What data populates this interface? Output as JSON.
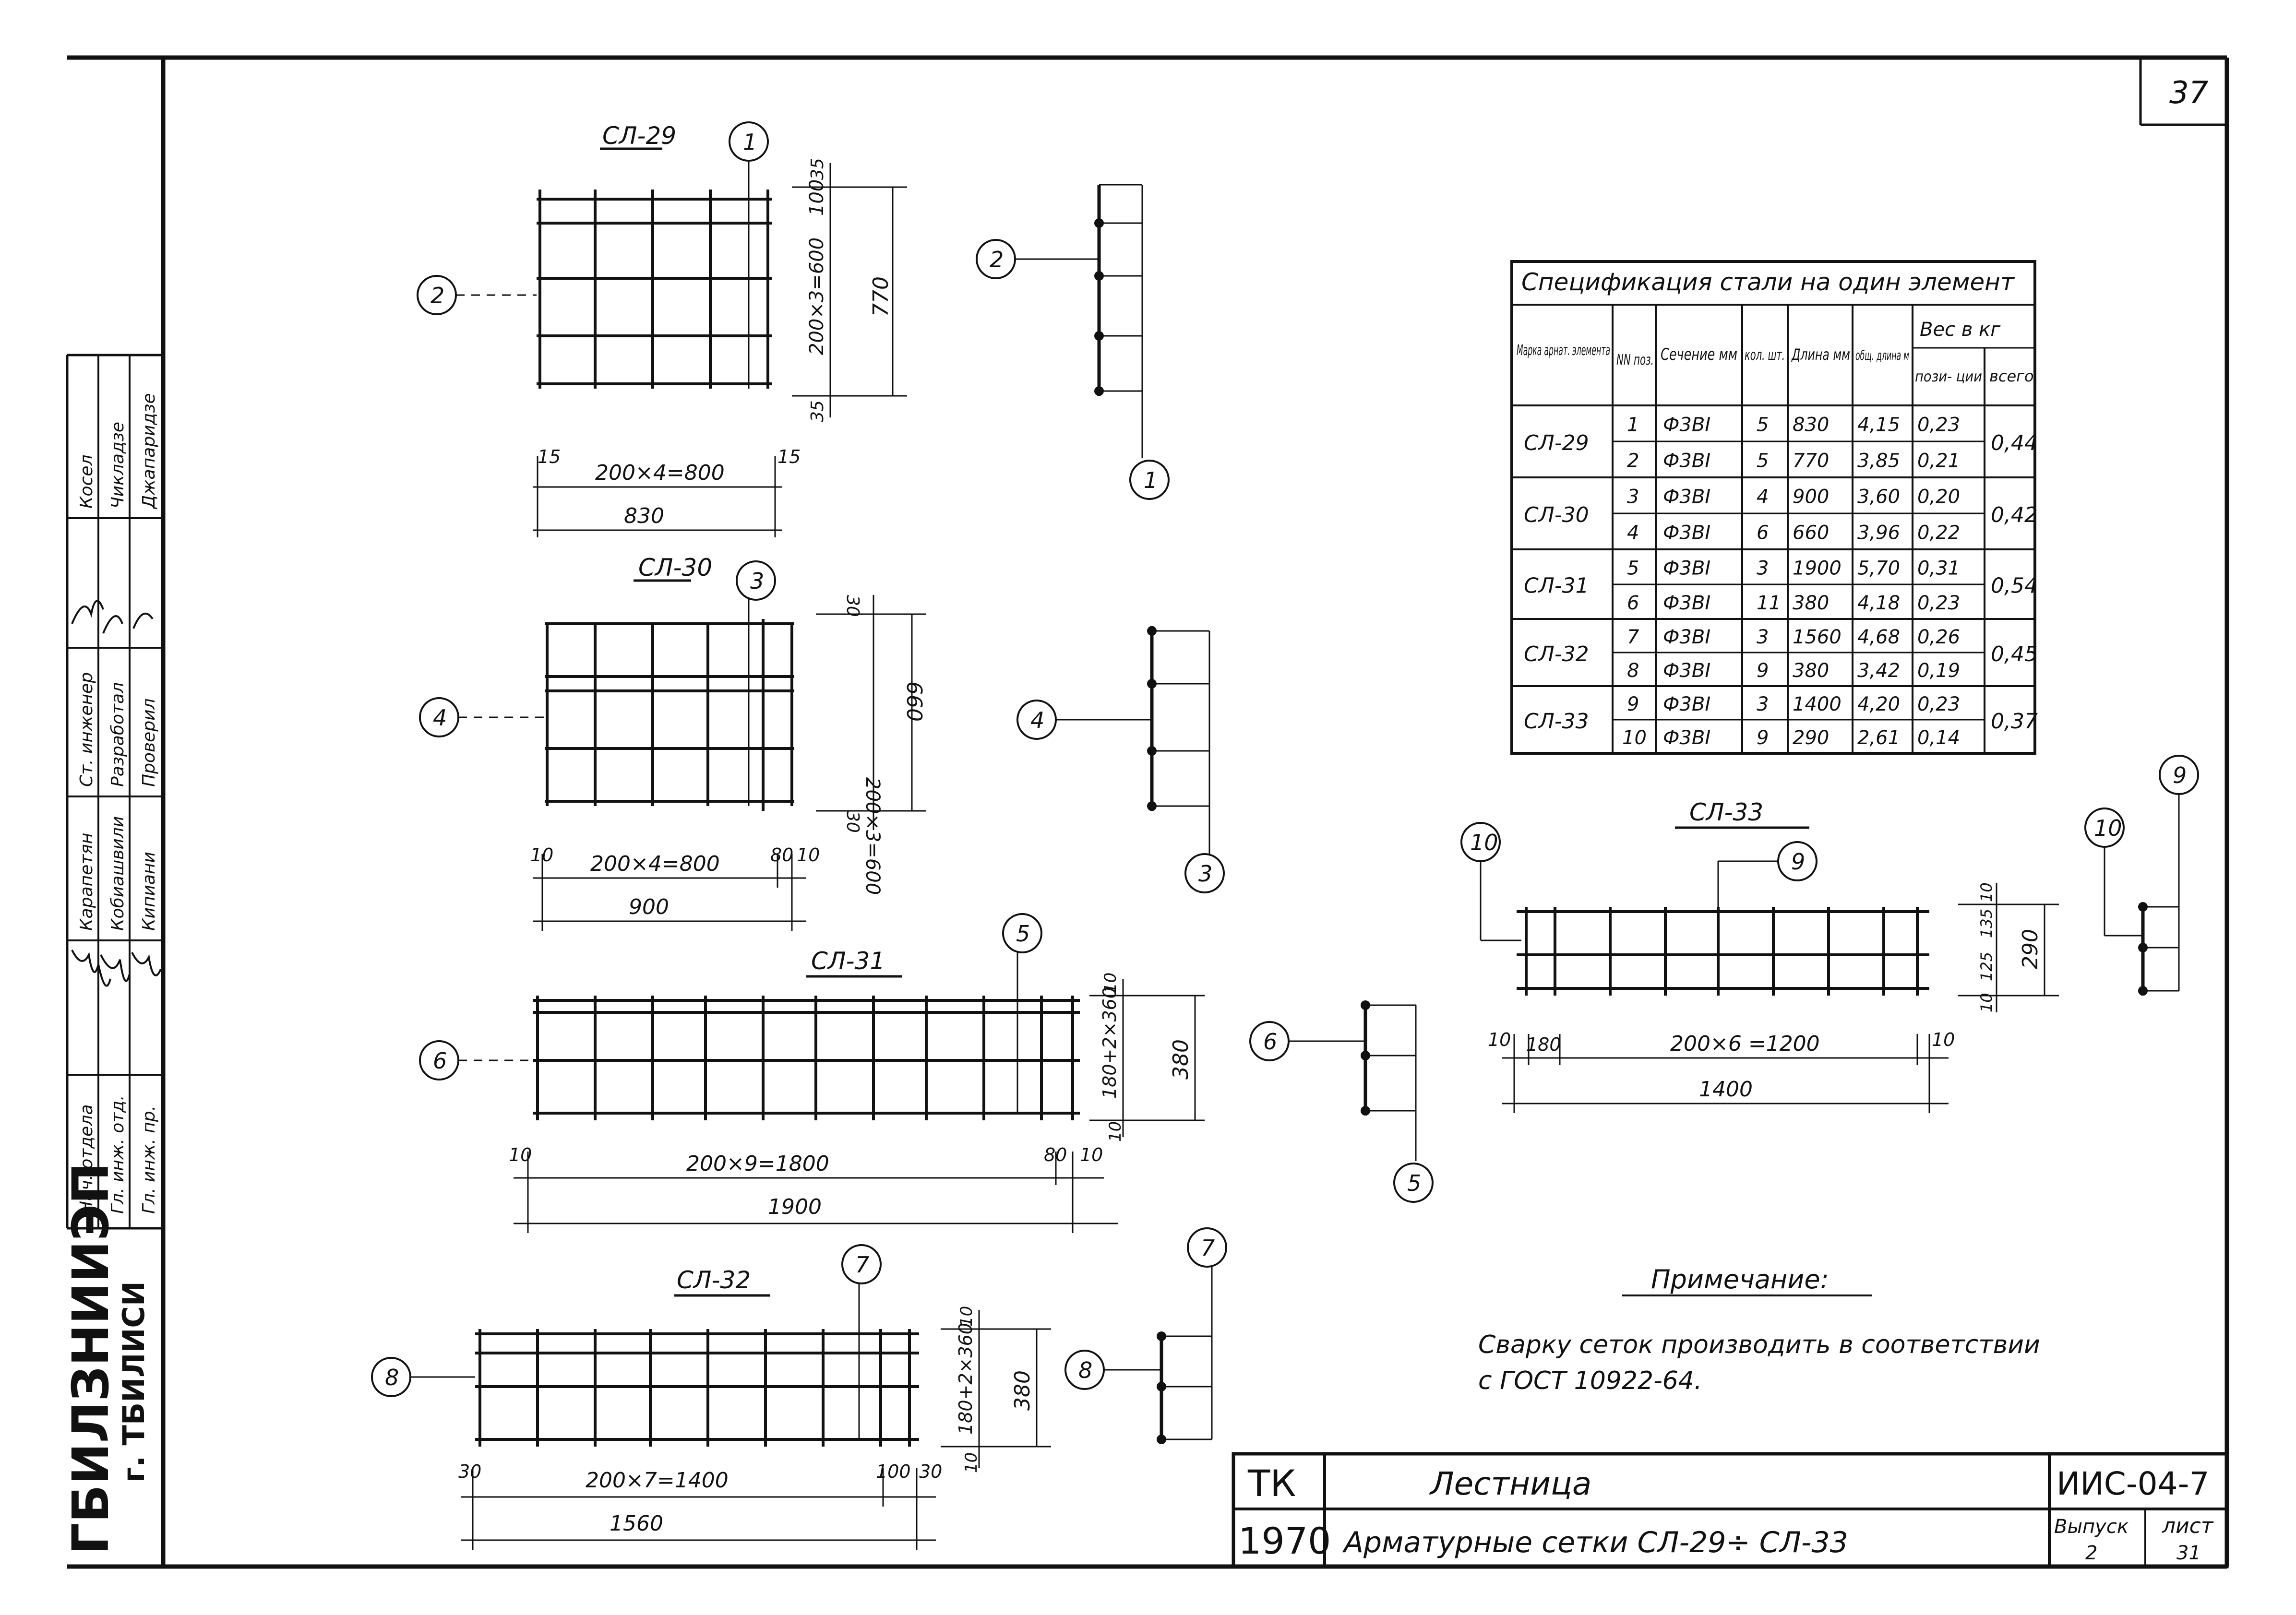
{
  "sheet": {
    "page_number": "37",
    "org_name": "ГБИЛЗНИИЭП",
    "org_city": "г. ТБИЛИСИ"
  },
  "title_block": {
    "series": "ТК",
    "year": "1970",
    "object": "Лестница",
    "drawing_title": "Арматурные сетки СЛ-29÷ СЛ-33",
    "code": "ИИС-04-7",
    "issue_label": "Выпуск",
    "issue": "2",
    "sheet_label": "лист",
    "sheet": "31"
  },
  "signatures": {
    "roles": [
      "Нач. отдела",
      "Гл. инж. отд.",
      "Гл. инж. пр.",
      "Ст. инженер",
      "Разработал",
      "Проверил"
    ],
    "names": [
      "Карапетян",
      "Кобиашвили",
      "Кипиани",
      "Косел",
      "Чикладзе",
      "Джапаридзе"
    ]
  },
  "meshes": [
    {
      "id": "СЛ-29",
      "rebar_h": "1",
      "rebar_v": "2",
      "dims": {
        "span": "200×4=800",
        "end_l": "15",
        "end_r": "15",
        "total": "830",
        "vspan": "200×3=600",
        "vtop": "35",
        "vbottom": "35",
        "vtopextra": "100",
        "vtotal": "770"
      }
    },
    {
      "id": "СЛ-30",
      "rebar_h": "3",
      "rebar_v": "4",
      "dims": {
        "span": "200×4=800",
        "end_l": "10",
        "end_r": "80",
        "end_r2": "10",
        "total": "900",
        "vspan": "200×3=600",
        "vtop": "30",
        "vbottom": "30",
        "vtotal": "660"
      }
    },
    {
      "id": "СЛ-31",
      "rebar_h": "5",
      "rebar_v": "6",
      "dims": {
        "span": "200×9=1800",
        "end_l": "10",
        "end_r": "80",
        "end_r2": "10",
        "total": "1900",
        "vspan": "180+2×360",
        "vtop": "10",
        "vbottom": "10",
        "vtotal": "380"
      }
    },
    {
      "id": "СЛ-32",
      "rebar_h": "7",
      "rebar_v": "8",
      "dims": {
        "span": "200×7=1400",
        "end_l": "30",
        "end_r": "100",
        "end_r2": "30",
        "total": "1560",
        "vspan": "180+2×360",
        "vtop": "10",
        "vbottom": "10",
        "vtotal": "380"
      }
    },
    {
      "id": "СЛ-33",
      "rebar_h": "9",
      "rebar_v": "10",
      "dims": {
        "span": "200×6 =1200",
        "end_l": "10",
        "end_l2": "180",
        "end_r": "10",
        "total": "1400",
        "vspan": "135",
        "vtop": "10",
        "vbottom": "10",
        "vextra": "125",
        "vtotal": "290"
      }
    }
  ],
  "spec": {
    "title": "Спецификация стали на один элемент",
    "headers": {
      "mark": "Марка арнат. элемента",
      "pos": "NN поз.",
      "section": "Сечение мм",
      "qty": "кол. шт.",
      "length": "Длина мм",
      "total_len": "общ. длина м",
      "weight": "Вес в кг",
      "w_pos": "пози- ции",
      "w_total": "всего"
    },
    "rows": [
      {
        "mark": "СЛ-29",
        "total": "0,44",
        "items": [
          {
            "pos": "1",
            "section": "Ф3ВI",
            "qty": "5",
            "length": "830",
            "tl": "4,15",
            "w": "0,23"
          },
          {
            "pos": "2",
            "section": "Ф3ВI",
            "qty": "5",
            "length": "770",
            "tl": "3,85",
            "w": "0,21"
          }
        ]
      },
      {
        "mark": "СЛ-30",
        "total": "0,42",
        "items": [
          {
            "pos": "3",
            "section": "Ф3ВI",
            "qty": "4",
            "length": "900",
            "tl": "3,60",
            "w": "0,20"
          },
          {
            "pos": "4",
            "section": "Ф3ВI",
            "qty": "6",
            "length": "660",
            "tl": "3,96",
            "w": "0,22"
          }
        ]
      },
      {
        "mark": "СЛ-31",
        "total": "0,54",
        "items": [
          {
            "pos": "5",
            "section": "Ф3ВI",
            "qty": "3",
            "length": "1900",
            "tl": "5,70",
            "w": "0,31"
          },
          {
            "pos": "6",
            "section": "Ф3ВI",
            "qty": "11",
            "length": "380",
            "tl": "4,18",
            "w": "0,23"
          }
        ]
      },
      {
        "mark": "СЛ-32",
        "total": "0,45",
        "items": [
          {
            "pos": "7",
            "section": "Ф3ВI",
            "qty": "3",
            "length": "1560",
            "tl": "4,68",
            "w": "0,26"
          },
          {
            "pos": "8",
            "section": "Ф3ВI",
            "qty": "9",
            "length": "380",
            "tl": "3,42",
            "w": "0,19"
          }
        ]
      },
      {
        "mark": "СЛ-33",
        "total": "0,37",
        "items": [
          {
            "pos": "9",
            "section": "Ф3ВI",
            "qty": "3",
            "length": "1400",
            "tl": "4,20",
            "w": "0,23"
          },
          {
            "pos": "10",
            "section": "Ф3ВI",
            "qty": "9",
            "length": "290",
            "tl": "2,61",
            "w": "0,14"
          }
        ]
      }
    ]
  },
  "note": {
    "heading": "Примечание:",
    "line1": "Сварку сеток производить в соответствии",
    "line2": "с ГОСТ 10922-64."
  }
}
